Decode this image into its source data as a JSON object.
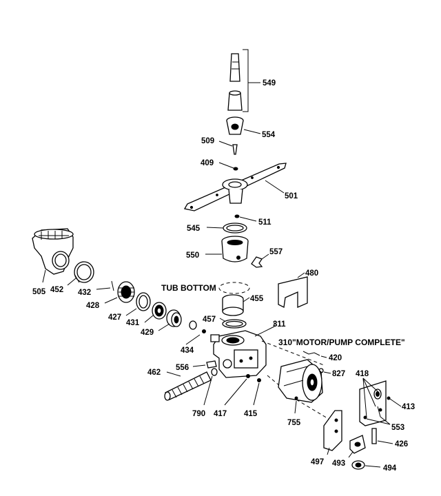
{
  "labels": {
    "p549": "549",
    "p554": "554",
    "p509": "509",
    "p409": "409",
    "p501": "501",
    "p511": "511",
    "p545": "545",
    "p550": "550",
    "p557": "557",
    "p505": "505",
    "p452": "452",
    "p432": "432",
    "p428": "428",
    "p427": "427",
    "p431": "431",
    "p429": "429",
    "p480": "480",
    "tub_bottom": "TUB BOTTOM",
    "p455": "455",
    "p457": "457",
    "p311": "311",
    "p434": "434",
    "p310": "310\"MOTOR/PUMP COMPLETE\"",
    "p420": "420",
    "p827": "827",
    "p556": "556",
    "p462": "462",
    "p790": "790",
    "p417": "417",
    "p415": "415",
    "p755": "755",
    "p418": "418",
    "p413": "413",
    "p553": "553",
    "p426": "426",
    "p497": "497",
    "p493": "493",
    "p494": "494"
  }
}
